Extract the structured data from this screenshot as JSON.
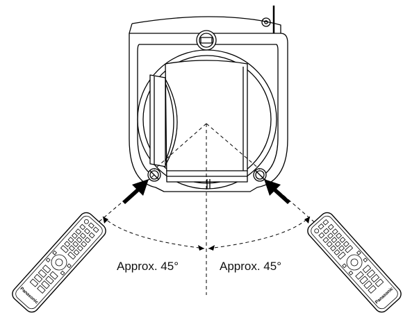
{
  "diagram": {
    "angle_left_label": "Approx. 45°",
    "angle_right_label": "Approx. 45°",
    "remote_brand": "Panasonic",
    "colors": {
      "line": "#000000",
      "background": "#ffffff"
    }
  }
}
